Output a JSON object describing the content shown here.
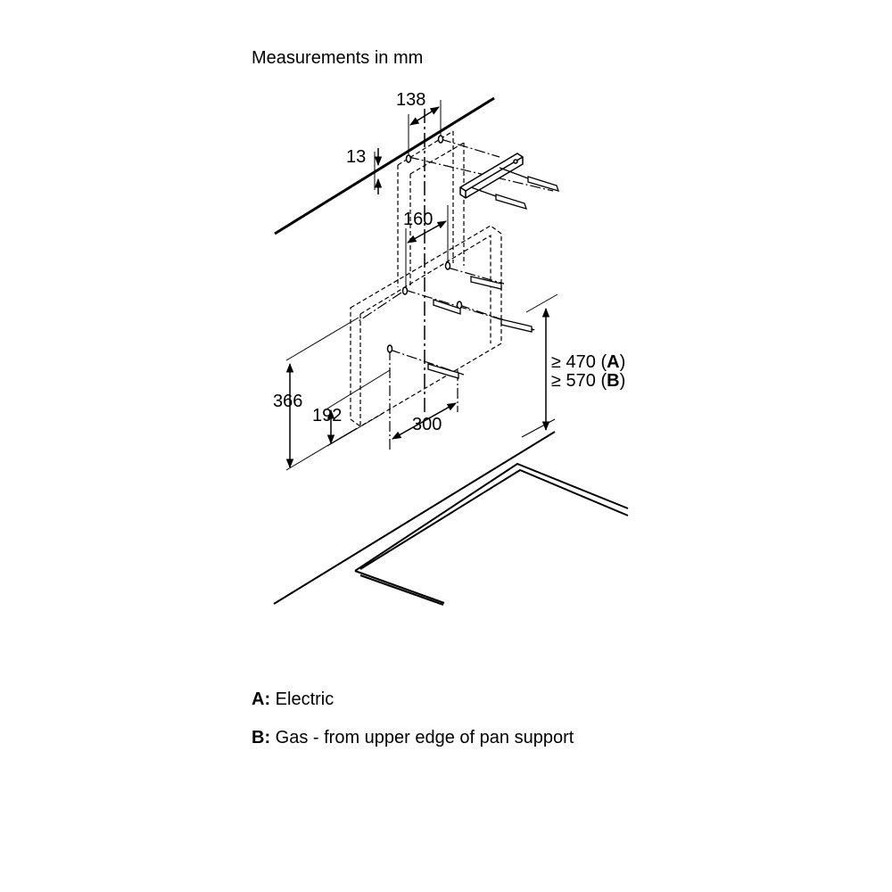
{
  "title": "Measurements in mm",
  "dimensions": {
    "d138": "138",
    "d13": "13",
    "d160": "160",
    "d366": "366",
    "d192": "192",
    "d300": "300"
  },
  "clearance": {
    "line_a": {
      "prefix": "≥ 470 (",
      "key": "A",
      "suffix": ")"
    },
    "line_b": {
      "prefix": "≥ 570 (",
      "key": "B",
      "suffix": ")"
    }
  },
  "legend": {
    "a": {
      "key": "A:",
      "text": " Electric"
    },
    "b": {
      "key": "B:",
      "text": " Gas - from upper edge of pan support"
    }
  },
  "colors": {
    "ink": "#000000",
    "background": "#ffffff"
  }
}
